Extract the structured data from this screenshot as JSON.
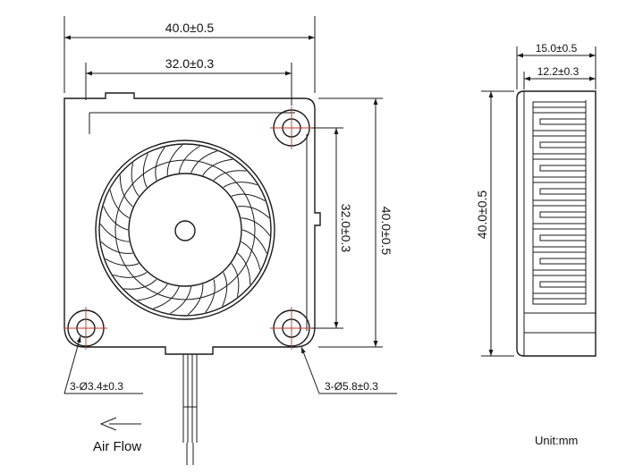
{
  "dimensions": {
    "overall_width": "40.0±0.5",
    "hole_spacing_horizontal": "32.0±0.3",
    "hole_spacing_vertical": "32.0±0.3",
    "overall_height": "40.0±0.5",
    "side_overall_thickness": "15.0±0.5",
    "side_body_thickness": "12.2±0.3",
    "side_height": "40.0±0.5"
  },
  "callouts": {
    "mounting_hole": "3-Ø3.4±0.3",
    "boss_diameter": "3-Ø5.8±0.3"
  },
  "airflow": {
    "label": "Air Flow",
    "direction": "left"
  },
  "units": "Unit:mm"
}
